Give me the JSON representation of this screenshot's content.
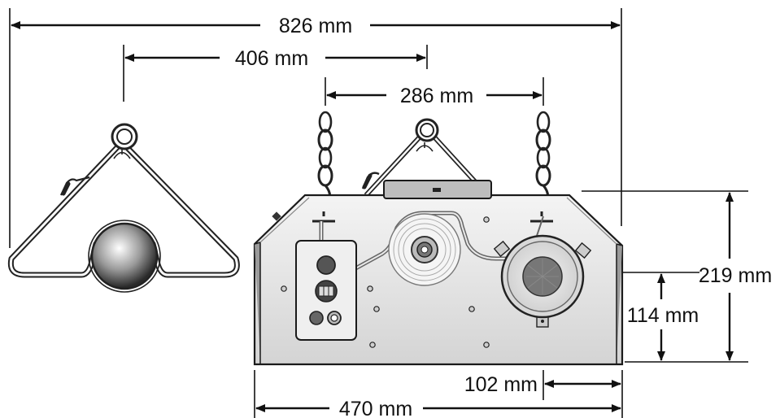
{
  "dimensions": {
    "overall_width": "826 mm",
    "bracket_width": "406 mm",
    "chain_spacing": "286 mm",
    "height": "219 mm",
    "outlet_height": "114 mm",
    "outlet_offset": "102 mm",
    "body_width": "470 mm"
  },
  "colors": {
    "line": "#111111",
    "body_fill": "#e6e6e6",
    "panel_fill": "#efefef",
    "knob_dark": "#555555"
  },
  "icons": {
    "chain": "chain-link-icon",
    "hook": "s-hook-icon",
    "screw": "screw-icon",
    "knob": "knob-icon",
    "switch": "rocker-switch-icon",
    "reel": "spool-icon"
  }
}
